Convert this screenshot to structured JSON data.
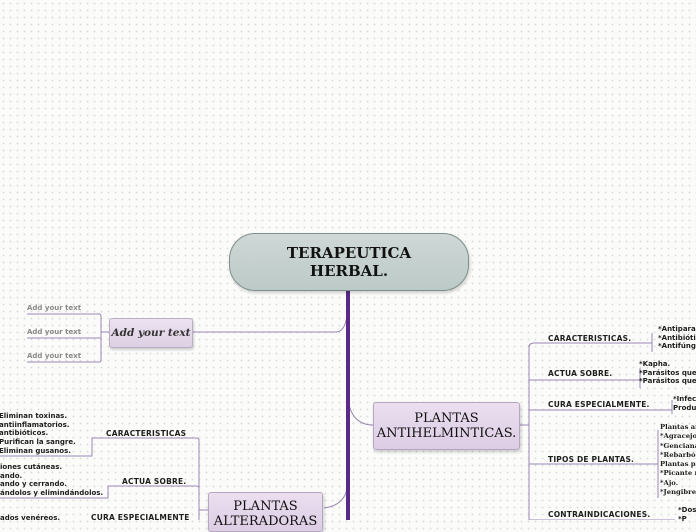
{
  "root": {
    "line1": "TERAPEUTICA",
    "line2": "HERBAL."
  },
  "left_subnode": {
    "label": "Add your text",
    "placeholders": [
      "Add your text",
      "Add your text",
      "Add your text"
    ]
  },
  "antihelminticas": {
    "line1": "PLANTAS",
    "line2": "ANTIHELMINTICAS.",
    "branches": {
      "caracteristicas": {
        "label": "CARACTERISTICAS.",
        "items": [
          "*Antipara",
          "*Antibióti",
          "*Antifúng"
        ]
      },
      "actua_sobre": {
        "label": "ACTUA SOBRE.",
        "items": [
          "*Kapha.",
          "*Parásitos que",
          "*Parásitos que"
        ]
      },
      "cura": {
        "label": "CURA ESPECIALMENTE.",
        "items": [
          "*Infec",
          "Produ"
        ]
      },
      "tipos": {
        "label": "TIPOS DE PLANTAS.",
        "items": [
          "Plantas am",
          "*Agracejo.",
          "*Genciana.",
          "*Rebarbó.",
          "Plantas pic",
          "*Picante no",
          "*Ajo.",
          "*Jengibre."
        ]
      },
      "contraindicaciones": {
        "label": "CONTRAINDICACIONES.",
        "items": [
          "*Dosh",
          "*P"
        ]
      }
    }
  },
  "alteradoras": {
    "line1": "PLANTAS",
    "line2": "ALTERADORAS",
    "branches": {
      "caracteristicas": {
        "label": "CARACTERISTICAS",
        "items": [
          "Eliminan toxinas.",
          "antiinflamatorios.",
          "antibióticos.",
          "Purifican la sangre.",
          "Eliminan gusanos."
        ]
      },
      "actua_sobre": {
        "label": "ACTUA SOBRE.",
        "items": [
          "iones cutáneas.",
          "ando.",
          "ando y cerrando.",
          "ándolos y elimindándolos."
        ]
      },
      "cura": {
        "label": "CURA ESPECIALMENTE",
        "items": [
          "ados venéreos."
        ]
      }
    }
  },
  "colors": {
    "trunk": "#5a2a86",
    "connector": "#9b86b6",
    "root_fill": "#c4d0cd",
    "main_node_fill": "#e4d6ea"
  }
}
